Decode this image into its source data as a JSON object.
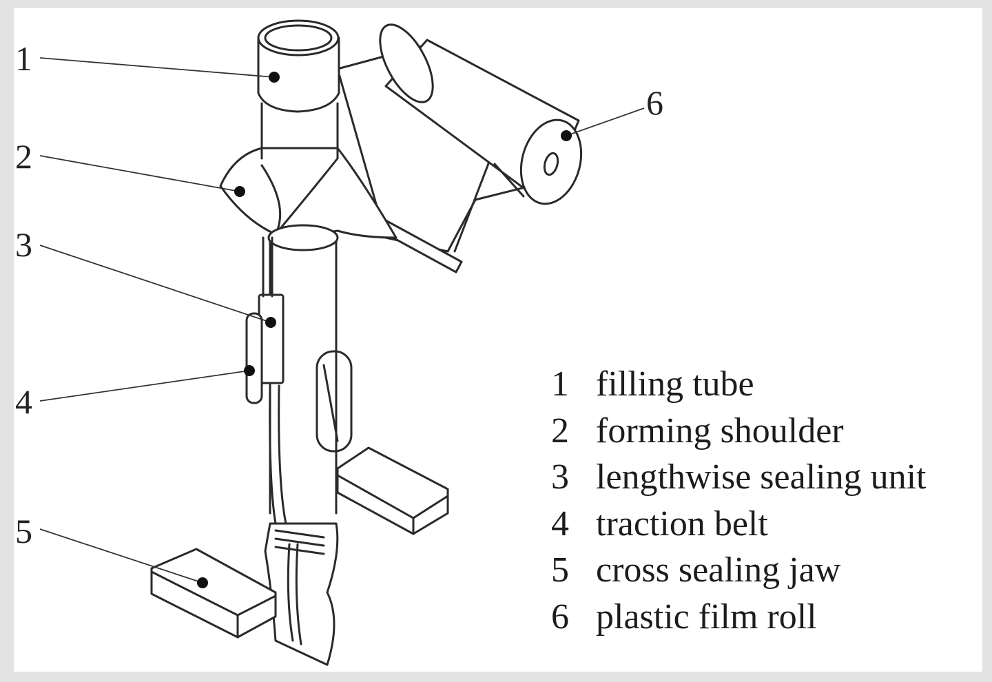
{
  "callouts": [
    "1",
    "2",
    "3",
    "4",
    "5",
    "6"
  ],
  "legend": [
    {
      "num": "1",
      "text": "filling tube"
    },
    {
      "num": "2",
      "text": "forming shoulder"
    },
    {
      "num": "3",
      "text": "lengthwise sealing unit"
    },
    {
      "num": "4",
      "text": "traction belt"
    },
    {
      "num": "5",
      "text": "cross sealing jaw"
    },
    {
      "num": "6",
      "text": "plastic film roll"
    }
  ],
  "colors": {
    "background": "#e3e3e3",
    "panel": "#ffffff",
    "ink": "#2a2a2a"
  }
}
